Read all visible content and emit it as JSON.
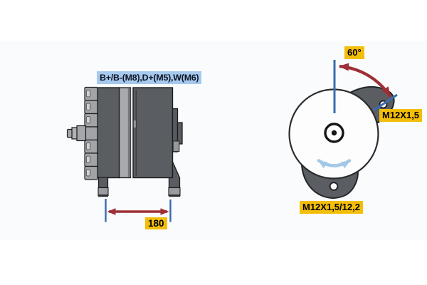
{
  "side_view": {
    "connections_label": "B+/B-(M8),D+(M5),W(M6)",
    "mounting_width_dimension": "180"
  },
  "front_view": {
    "swivel_angle_label": "60°",
    "upper_mount_thread_label": "M12X1,5",
    "lower_mount_thread_label": "M12X1,5/12,2"
  },
  "colors": {
    "connections_label_bg": "#A6C9EE",
    "dimension_label_bg": "#F3BE0A",
    "dimension_arrow_red": "#9E2F36",
    "dimension_line_blue": "#3A6BAF",
    "rotation_arrow_blue": "#A3C8E8",
    "housing_dark_gray": "#5A5E63",
    "housing_light_gray": "#A8AAAD",
    "background": "#FFFFFF"
  }
}
